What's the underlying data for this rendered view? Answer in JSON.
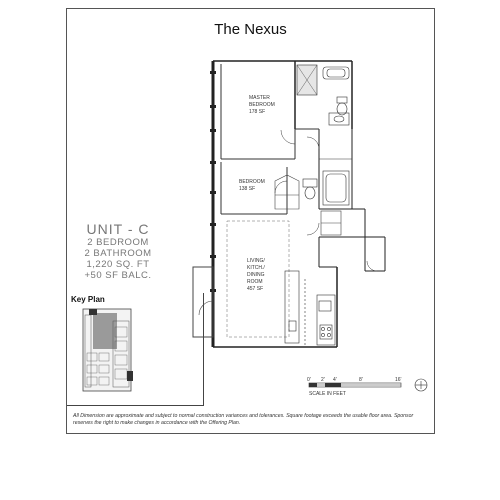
{
  "title": "The Nexus",
  "unit": {
    "name": "UNIT - C",
    "bedrooms": "2 BEDROOM",
    "bathrooms": "2 BATHROOM",
    "area": "1,220 SQ. FT",
    "balcony": "+50 SF BALC."
  },
  "key_plan": {
    "label": "Key Plan"
  },
  "rooms": {
    "master_bedroom": {
      "name_line1": "MASTER",
      "name_line2": "BEDROOM",
      "area": "178 SF"
    },
    "bedroom": {
      "name": "BEDROOM",
      "area": "138 SF"
    },
    "living": {
      "line1": "LIVING/",
      "line2": "KITCH./",
      "line3": "DINING",
      "line4": "ROOM",
      "area": "457 SF"
    }
  },
  "scale": {
    "ticks": [
      "0'",
      "2'",
      "4'",
      "8'",
      "16'"
    ],
    "label": "SCALE IN FEET"
  },
  "disclaimer": "All Dimension are approximate and subject to normal construction variances and tolerances. Square footage exceeds the usable floor area. Sponsor reserves the right to make changes in accordance with the Offering Plan."
}
